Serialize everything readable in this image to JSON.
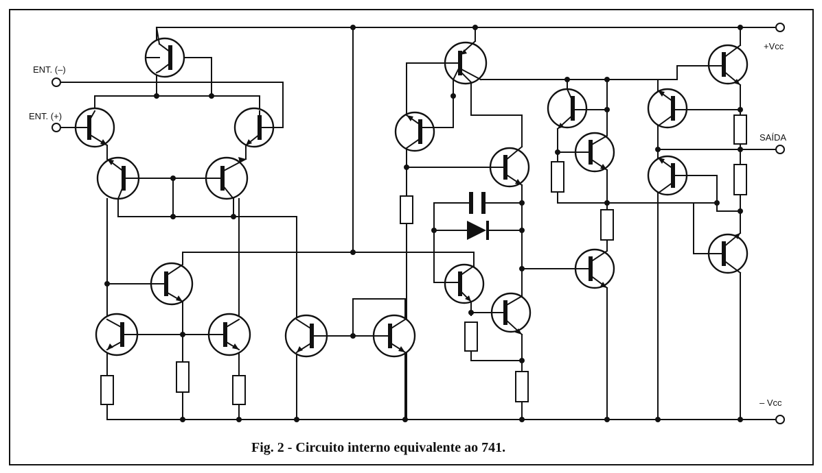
{
  "labels": {
    "ent_minus": "ENT. (–)",
    "ent_plus": "ENT. (+)",
    "vcc_plus": "+Vcc",
    "saida": "SAÍDA",
    "vcc_minus": "– Vcc"
  },
  "caption": "Fig. 2 - Circuito interno equivalente ao 741.",
  "colors": {
    "ink": "#111111",
    "paper": "#ffffff"
  }
}
